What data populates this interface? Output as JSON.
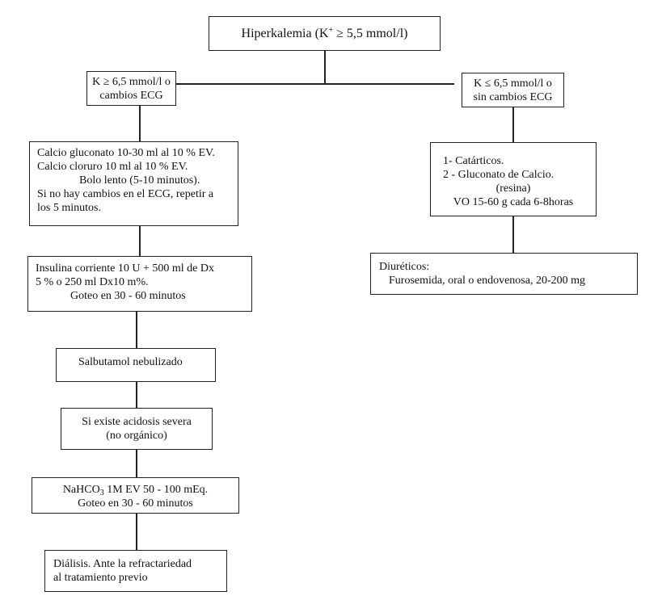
{
  "flowchart": {
    "root": {
      "pre": "Hiperkalemia (K",
      "sup": "+",
      "post": " ≥ 5,5 mmol/l)"
    },
    "left_branch": {
      "condition": [
        "K ≥ 6,5 mmol/l o",
        "cambios ECG"
      ],
      "calcium": [
        "Calcio gluconato 10-30 ml al 10 % EV.",
        "Calcio cloruro 10 ml al 10 % EV.",
        "Bolo lento (5-10 minutos).",
        "Si no hay cambios en el ECG, repetir a",
        "los 5 minutos."
      ],
      "insulin": [
        "Insulina corriente 10 U + 500 ml de Dx",
        "5 % o 250 ml Dx10 m%.",
        "Goteo en 30 - 60 minutos"
      ],
      "salbutamol": "Salbutamol nebulizado",
      "acidosis": [
        "Si existe acidosis severa",
        "(no orgánico)"
      ],
      "bicarbonate": {
        "pre": "NaHCO",
        "sub": "3",
        "post": " 1M EV 50 - 100 mEq.",
        "line2": "Goteo en 30 - 60 minutos"
      },
      "dialysis": [
        "Diálisis. Ante la refractariedad",
        "al tratamiento previo"
      ]
    },
    "right_branch": {
      "condition": [
        "K ≤ 6,5 mmol/l o",
        "sin cambios ECG"
      ],
      "cathartics": [
        "1- Catárticos.",
        "2 - Gluconato de Calcio.",
        "(resina)",
        "VO 15-60 g cada 6-8horas"
      ],
      "diuretics": [
        "Diuréticos:",
        "Furosemida, oral o endovenosa, 20-200 mg"
      ]
    }
  }
}
